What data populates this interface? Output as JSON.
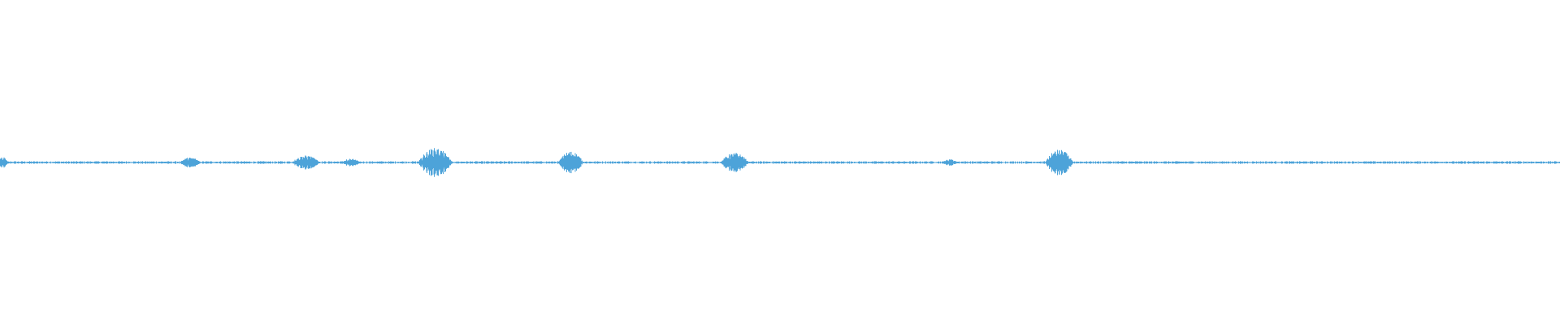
{
  "waveform": {
    "color": "#4da3d9",
    "bursts": [
      {
        "position": 0.002,
        "amplitude": 0.018,
        "duration": 0.006
      },
      {
        "position": 0.122,
        "amplitude": 0.016,
        "duration": 0.014
      },
      {
        "position": 0.196,
        "amplitude": 0.022,
        "duration": 0.018
      },
      {
        "position": 0.225,
        "amplitude": 0.012,
        "duration": 0.012
      },
      {
        "position": 0.279,
        "amplitude": 0.045,
        "duration": 0.022
      },
      {
        "position": 0.366,
        "amplitude": 0.035,
        "duration": 0.016
      },
      {
        "position": 0.471,
        "amplitude": 0.03,
        "duration": 0.018
      },
      {
        "position": 0.609,
        "amplitude": 0.01,
        "duration": 0.01
      },
      {
        "position": 0.679,
        "amplitude": 0.04,
        "duration": 0.018
      }
    ],
    "noise_amplitude": 0.004
  }
}
